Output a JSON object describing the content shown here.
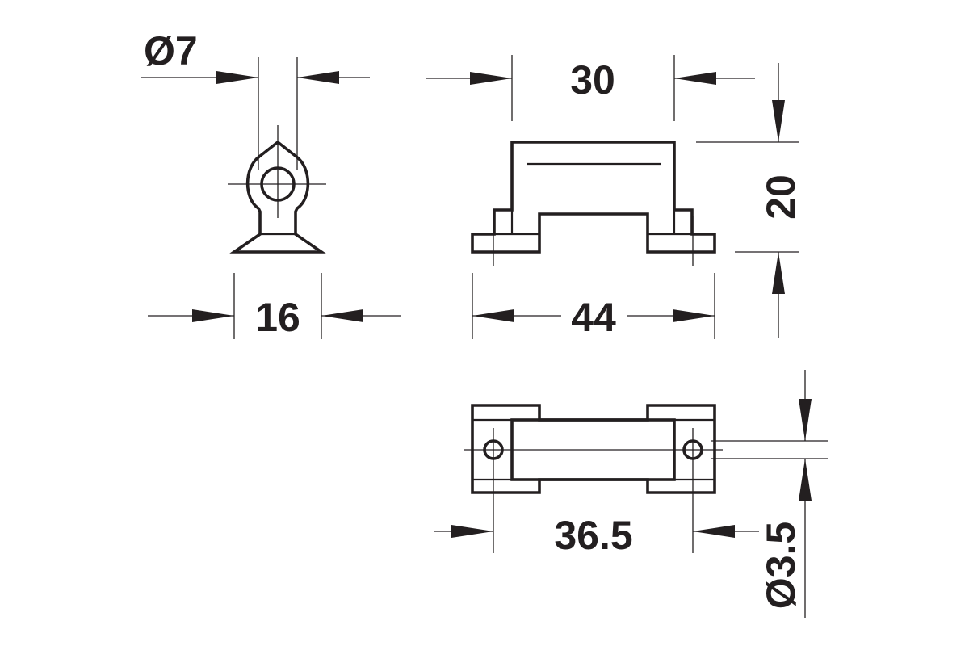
{
  "dimensions": {
    "pin_diameter": "Ø7",
    "base_width": "16",
    "top_width": "30",
    "height": "20",
    "overall_length": "44",
    "hole_spacing": "36.5",
    "hole_diameter": "Ø3.5"
  },
  "colors": {
    "line": "#231f20",
    "background": "#ffffff"
  }
}
